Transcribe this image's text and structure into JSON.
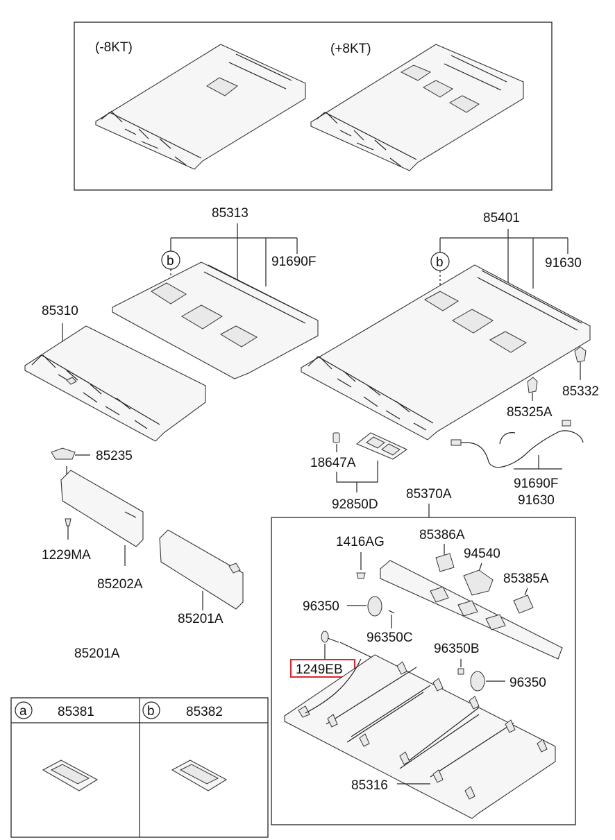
{
  "variants": {
    "left": "(-8KT)",
    "right": "(+8KT)"
  },
  "labels": {
    "p85313": "85313",
    "p91690F_top": "91690F",
    "p85310": "85310",
    "p85401": "85401",
    "p91630_top": "91630",
    "p85332": "85332",
    "p85325A": "85325A",
    "p85235": "85235",
    "p18647A": "18647A",
    "p92850D": "92850D",
    "p91690F_bot": "91690F",
    "p91630_bot": "91630",
    "p1229MA": "1229MA",
    "p85202A": "85202A",
    "p85201A_1": "85201A",
    "p85201A_2": "85201A",
    "p85370A": "85370A",
    "p1416AG": "1416AG",
    "p85386A": "85386A",
    "p94540": "94540",
    "p85385A": "85385A",
    "p96350_1": "96350",
    "p96350C": "96350C",
    "p96350B": "96350B",
    "p96350_2": "96350",
    "p1249EB": "1249EB",
    "p85316": "85316"
  },
  "callouts": {
    "a": "a",
    "b": "b"
  },
  "legend": {
    "a_letter": "a",
    "a_part": "85381",
    "b_letter": "b",
    "b_part": "85382"
  },
  "highlight_color": "#e0242a"
}
